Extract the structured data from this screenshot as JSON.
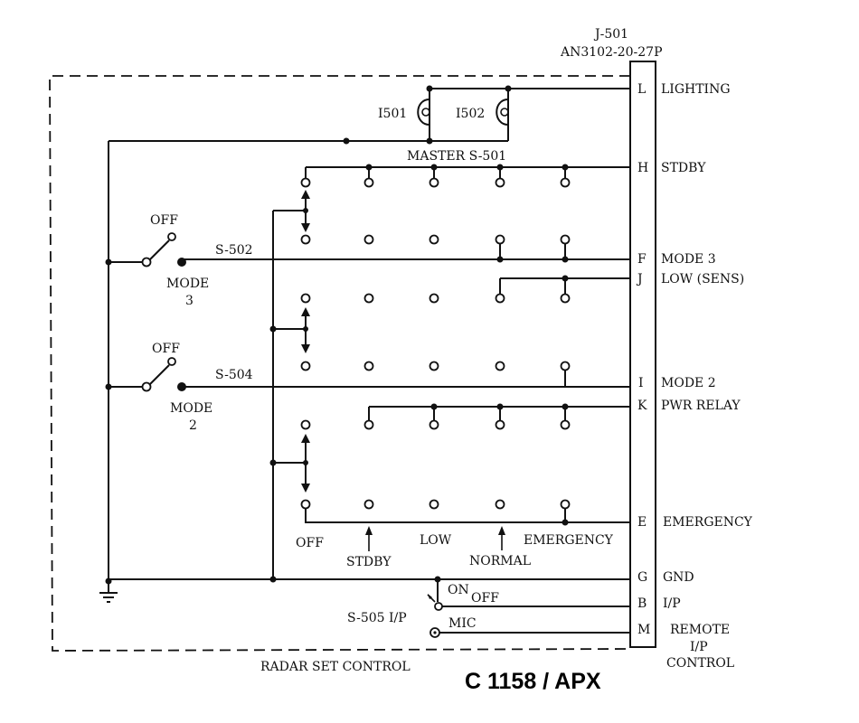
{
  "connector": {
    "name": "J-501",
    "part": "AN3102-20-27P",
    "pins": [
      {
        "pin": "L",
        "signal": "LIGHTING"
      },
      {
        "pin": "H",
        "signal": "STDBY"
      },
      {
        "pin": "F",
        "signal": "MODE 3"
      },
      {
        "pin": "J",
        "signal": "LOW (SENS)"
      },
      {
        "pin": "I",
        "signal": "MODE 2"
      },
      {
        "pin": "K",
        "signal": "PWR RELAY"
      },
      {
        "pin": "E",
        "signal": "EMERGENCY"
      },
      {
        "pin": "G",
        "signal": "GND"
      },
      {
        "pin": "B",
        "signal": "I/P"
      },
      {
        "pin": "M",
        "signal": "REMOTE"
      }
    ],
    "remote_line2": "I/P",
    "remote_line3": "CONTROL"
  },
  "lamps": {
    "left": "I501",
    "right": "I502"
  },
  "master_switch": "MASTER S-501",
  "s502": {
    "name": "S-502",
    "off": "OFF",
    "mode_line1": "MODE",
    "mode_line2": "3"
  },
  "s504": {
    "name": "S-504",
    "off": "OFF",
    "mode_line1": "MODE",
    "mode_line2": "2"
  },
  "positions": {
    "off": "OFF",
    "stdby": "STDBY",
    "low": "LOW",
    "normal": "NORMAL",
    "emergency": "EMERGENCY"
  },
  "s505": {
    "name": "S-505  I/P",
    "on": "ON",
    "off": "OFF",
    "mic": "MIC"
  },
  "footer": {
    "label": "RADAR SET CONTROL",
    "title": "C 1158 / APX"
  }
}
